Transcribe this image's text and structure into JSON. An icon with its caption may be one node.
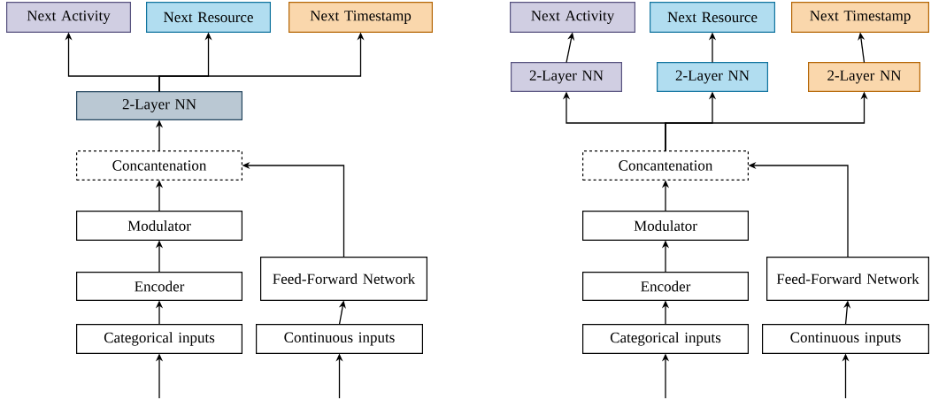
{
  "diagram": {
    "nodes": [
      {
        "text": [
          "Next Activity"
        ]
      },
      {
        "text": [
          "Next Resource"
        ]
      },
      {
        "text": [
          "Next Timestamp"
        ]
      },
      {
        "text": [
          "2-Layer NN"
        ]
      },
      {
        "text": [
          "Concantenation"
        ]
      },
      {
        "text": [
          "Modulator"
        ]
      },
      {
        "text": [
          "Encoder"
        ]
      },
      {
        "text": [
          "Categorical inputs"
        ]
      },
      {
        "text": [
          "Feed-Forward Network"
        ]
      },
      {
        "text": [
          "Continuous inputs"
        ]
      },
      {
        "text": [
          "Next Activity"
        ]
      },
      {
        "text": [
          "Next Resource"
        ]
      },
      {
        "text": [
          "Next Timestamp"
        ]
      },
      {
        "text": [
          "2-Layer NN"
        ]
      },
      {
        "text": [
          "2-Layer NN"
        ]
      },
      {
        "text": [
          "2-Layer NN"
        ]
      },
      {
        "text": [
          "Concantenation"
        ]
      },
      {
        "text": [
          "Modulator"
        ]
      },
      {
        "text": [
          "Encoder"
        ]
      },
      {
        "text": [
          "Categorical inputs"
        ]
      },
      {
        "text": [
          "Feed-Forward Network"
        ]
      },
      {
        "text": [
          "Continuous inputs"
        ]
      }
    ],
    "edges": [
      {
        "from": null,
        "to": 7,
        "arrow": "to"
      },
      {
        "from": null,
        "to": 9,
        "arrow": "to"
      },
      {
        "from": 7,
        "to": 6,
        "arrow": "to"
      },
      {
        "from": 6,
        "to": 5,
        "arrow": "to"
      },
      {
        "from": 5,
        "to": 4,
        "arrow": "to"
      },
      {
        "from": 9,
        "to": 8,
        "arrow": "to"
      },
      {
        "from": 8,
        "to": 4,
        "arrow": "to"
      },
      {
        "from": 4,
        "to": 3,
        "arrow": "to"
      },
      {
        "from": 3,
        "to": 0,
        "arrow": "to"
      },
      {
        "from": 3,
        "to": 1,
        "arrow": "to"
      },
      {
        "from": 3,
        "to": 2,
        "arrow": "to"
      },
      {
        "from": null,
        "to": 19,
        "arrow": "to"
      },
      {
        "from": null,
        "to": 21,
        "arrow": "to"
      },
      {
        "from": 19,
        "to": 18,
        "arrow": "to"
      },
      {
        "from": 18,
        "to": 17,
        "arrow": "to"
      },
      {
        "from": 17,
        "to": 16,
        "arrow": "to"
      },
      {
        "from": 21,
        "to": 20,
        "arrow": "to"
      },
      {
        "from": 20,
        "to": 16,
        "arrow": "to"
      },
      {
        "from": 16,
        "to": 13,
        "arrow": "to"
      },
      {
        "from": 16,
        "to": 14,
        "arrow": "to"
      },
      {
        "from": 16,
        "to": 15,
        "arrow": "to"
      },
      {
        "from": 13,
        "to": 10,
        "arrow": "to"
      },
      {
        "from": 14,
        "to": 11,
        "arrow": "to"
      },
      {
        "from": 15,
        "to": 12,
        "arrow": "to"
      }
    ]
  }
}
